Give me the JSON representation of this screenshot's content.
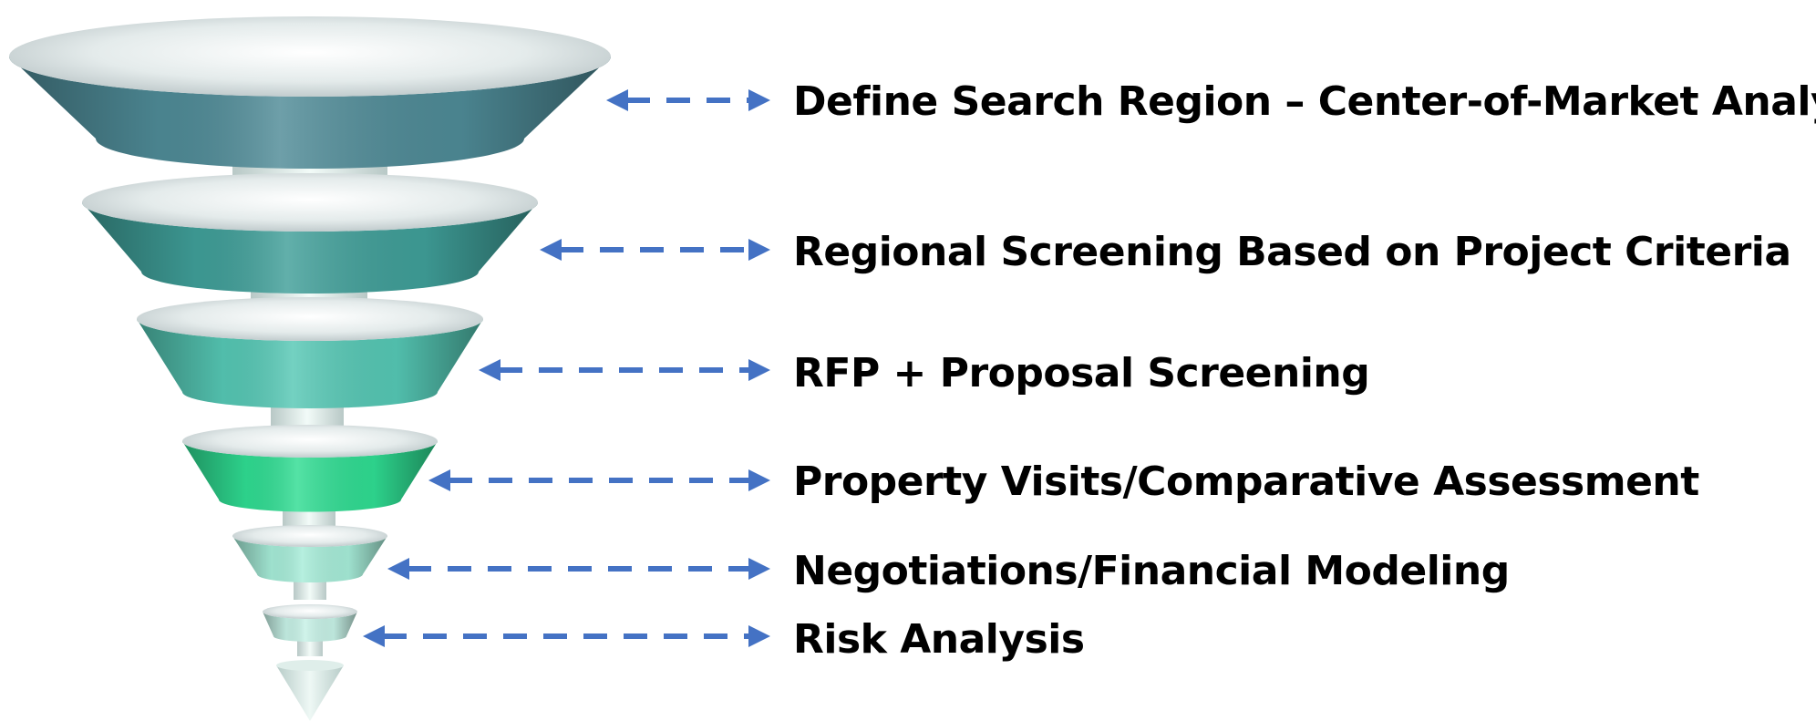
{
  "stages": [
    {
      "label": "Define Search Region – Center-of-Market Analysis",
      "color": "#4e8a96"
    },
    {
      "label": "Regional Screening Based on Project Criteria",
      "color": "#3f9e98"
    },
    {
      "label": "RFP + Proposal Screening",
      "color": "#55c7b4"
    },
    {
      "label": "Property Visits/Comparative Assessment",
      "color": "#2fdc92"
    },
    {
      "label": "Negotiations/Financial Modeling",
      "color": "#a6ecd8"
    },
    {
      "label": "Risk Analysis",
      "color": "#c6f1e6"
    }
  ],
  "arrow_color": "#4472c4"
}
